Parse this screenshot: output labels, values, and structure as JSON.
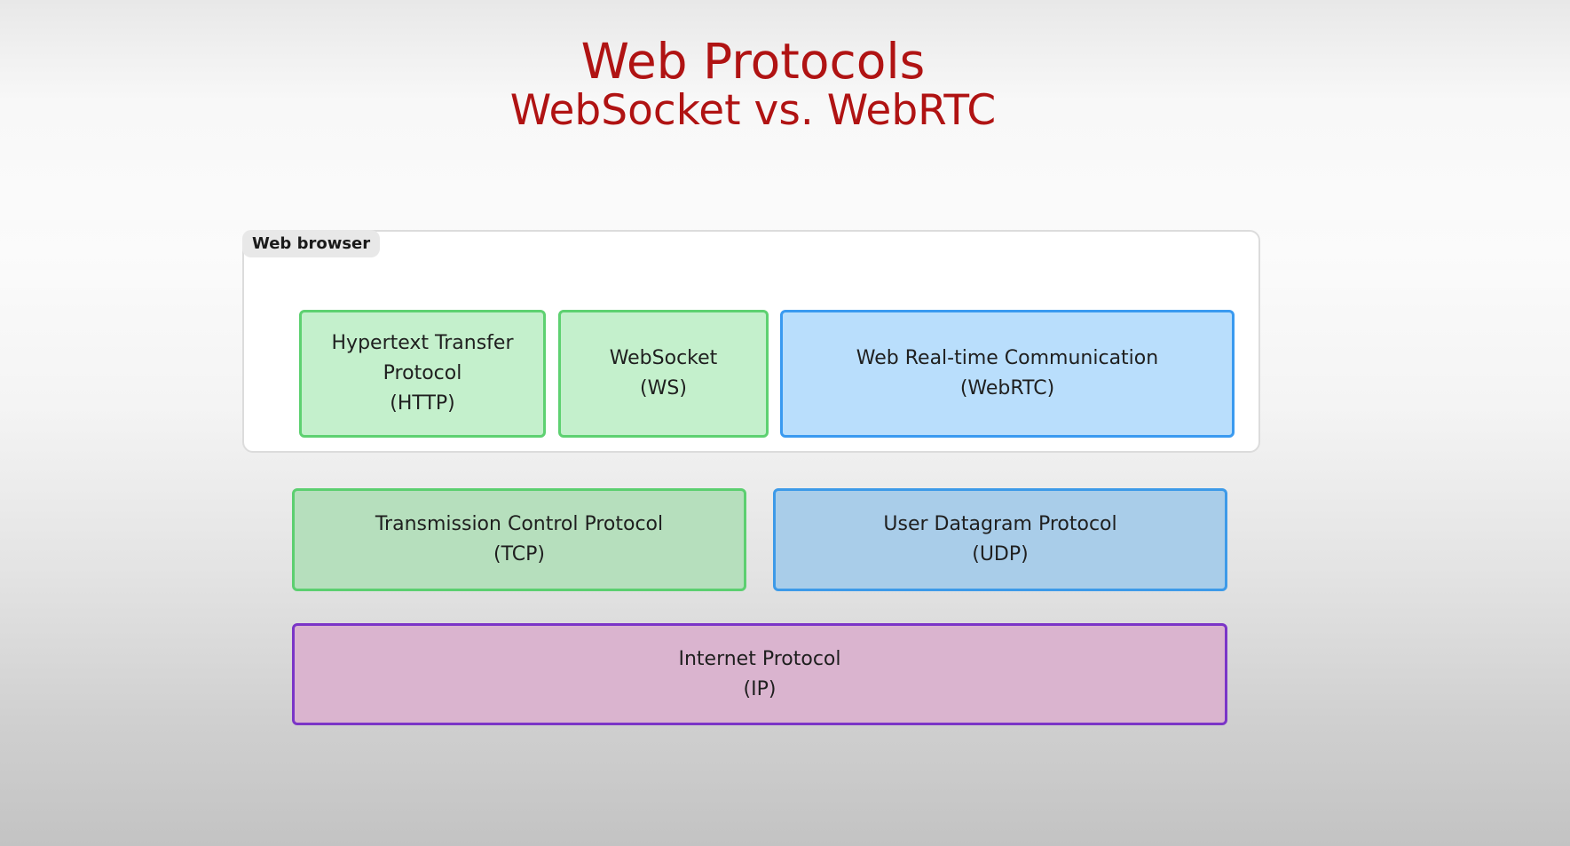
{
  "title": "Web Protocols",
  "subtitle": "WebSocket vs. WebRTC",
  "browser_label": "Web browser",
  "colors": {
    "title": "#b01313",
    "tcp_family_fill": "#c4f0cc",
    "tcp_family_border": "#5ed171",
    "udp_family_fill": "#b9defc",
    "udp_family_border": "#3a9af0",
    "ip_fill": "#dab4cf",
    "ip_border": "#7b35c7"
  },
  "boxes": {
    "http": {
      "lines": [
        "Hypertext Transfer",
        "Protocol",
        "(HTTP)"
      ]
    },
    "ws": {
      "lines": [
        "WebSocket",
        "(WS)"
      ]
    },
    "webrtc": {
      "lines": [
        "Web Real-time Communication",
        "(WebRTC)"
      ]
    },
    "tcp": {
      "lines": [
        "Transmission Control Protocol",
        "(TCP)"
      ]
    },
    "udp": {
      "lines": [
        "User Datagram Protocol",
        "(UDP)"
      ]
    },
    "ip": {
      "lines": [
        "Internet Protocol",
        "(IP)"
      ]
    }
  }
}
